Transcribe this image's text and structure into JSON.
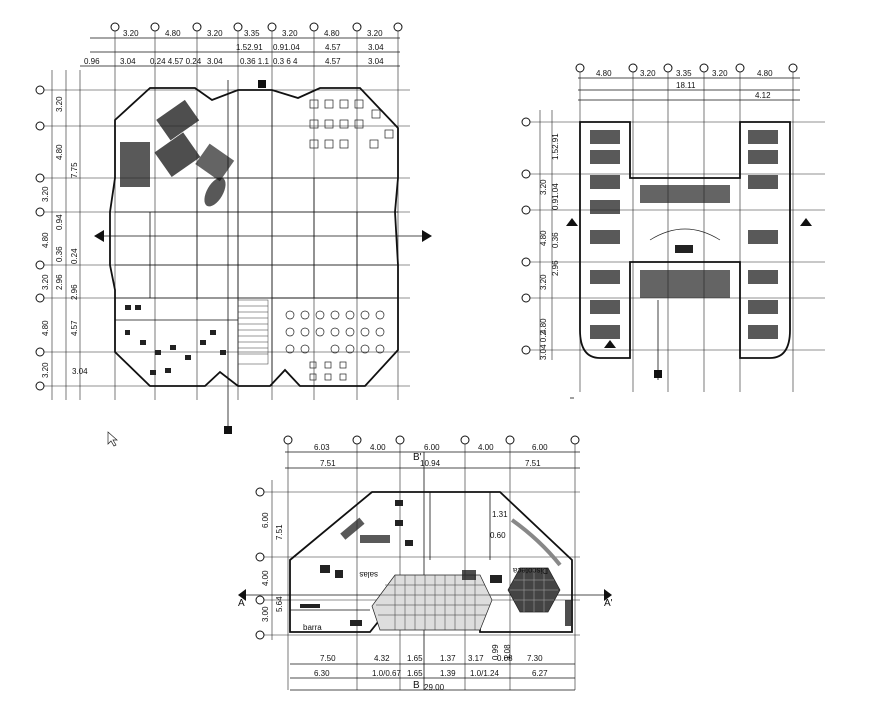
{
  "plan_top_left": {
    "dims_top_row1": [
      "3.20",
      "4.80",
      "3.20",
      "3.35",
      "3.20",
      "4.80",
      "3.20"
    ],
    "dims_top_row2": [
      "1.52.91",
      "0.91.04",
      "4.57",
      "3.04"
    ],
    "dims_top_row3": [
      "0.96",
      "3.04",
      "0.24 4.57 0.24",
      "3.04",
      "0.36 1.1",
      "0.3 6 4",
      "4.57",
      "3.04"
    ],
    "dims_left_outer": [
      "3.20",
      "4.80",
      "3.20",
      "4.80",
      "3.20",
      "4.80",
      "3.20"
    ],
    "dims_left_inner": [
      "7.75",
      "0.94",
      "0.36",
      "0.24",
      "2.96",
      "2.96",
      "4.57"
    ],
    "bottom_note": "3.04"
  },
  "plan_top_right": {
    "dims_top": [
      "4.80",
      "3.20",
      "3.35",
      "3.20",
      "4.80"
    ],
    "overall": "18.11",
    "dim_sub": "4.12",
    "dims_left_outer": [
      "3.20",
      "4.80",
      "3.20",
      "4.80"
    ],
    "dims_left_inner": [
      "1.52.91",
      "0.91.04",
      "0.36",
      "2.96",
      "3.04 0.2"
    ]
  },
  "plan_bottom": {
    "dims_top_row1": [
      "6.03",
      "4.00",
      "6.00",
      "4.00",
      "6.00"
    ],
    "dims_top_row2": [
      "7.51",
      "10.94",
      "7.51"
    ],
    "section_top": "B'",
    "section_bottom": "B",
    "section_left": "A",
    "section_right": "A'",
    "dims_left": [
      "6.00",
      "4.00",
      "3.00"
    ],
    "dims_left_inner": [
      "7.51",
      "5.64"
    ],
    "dims_bottom_row1": [
      "7.50",
      "4.32",
      "1.65",
      "1.37",
      "3.17",
      "0.08",
      "7.30"
    ],
    "dims_bottom_row2": [
      "6.30",
      "1.0/0.67",
      "1.65",
      "1.39",
      "1.0/1.24",
      "6.27"
    ],
    "dims_bottom_row3": "29.00",
    "inner_dims": [
      "1.31",
      "0.60",
      "0.99",
      "1.08"
    ],
    "room_labels": [
      "salas",
      "barra",
      "Discoteca"
    ]
  }
}
